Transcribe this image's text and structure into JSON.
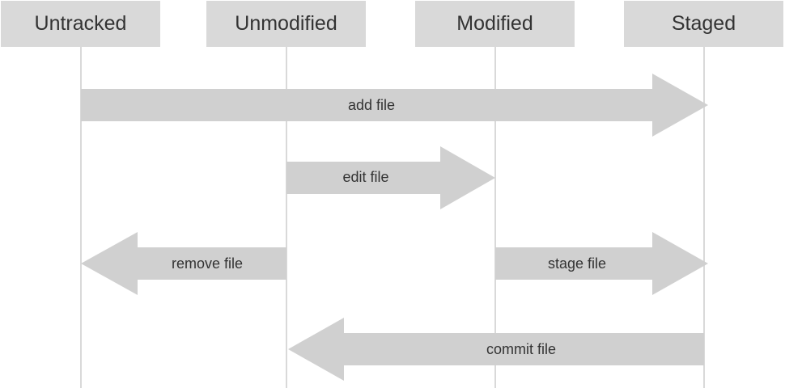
{
  "states": [
    {
      "id": "untracked",
      "label": "Untracked"
    },
    {
      "id": "unmodified",
      "label": "Unmodified"
    },
    {
      "id": "modified",
      "label": "Modified"
    },
    {
      "id": "staged",
      "label": "Staged"
    }
  ],
  "transitions": [
    {
      "id": "add-file",
      "label": "add file",
      "from": "untracked",
      "to": "staged"
    },
    {
      "id": "edit-file",
      "label": "edit file",
      "from": "unmodified",
      "to": "modified"
    },
    {
      "id": "remove-file",
      "label": "remove file",
      "from": "unmodified",
      "to": "untracked"
    },
    {
      "id": "stage-file",
      "label": "stage file",
      "from": "modified",
      "to": "staged"
    },
    {
      "id": "commit-file",
      "label": "commit file",
      "from": "staged",
      "to": "unmodified"
    }
  ],
  "colors": {
    "box": "#d9d9d9",
    "arrow": "#d0d0d0",
    "lifeline": "#d9d9d9",
    "text": "#333333"
  }
}
